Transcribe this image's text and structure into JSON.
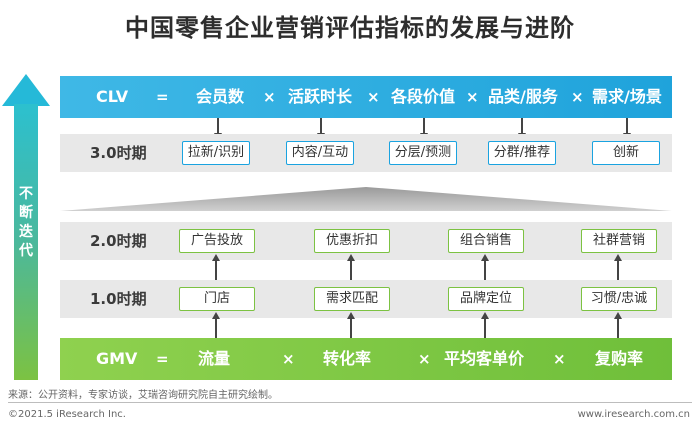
{
  "title": "中国零售企业营销评估指标的发展与进阶",
  "side_arrow": {
    "label": "不断迭代",
    "chars": [
      "不",
      "断",
      "迭",
      "代"
    ]
  },
  "clv_row": {
    "label": "CLV",
    "equals": "=",
    "times": "×",
    "factors": [
      "会员数",
      "活跃时长",
      "各段价值",
      "品类/服务",
      "需求/场景"
    ]
  },
  "stage3": {
    "label": "3.0时期",
    "boxes": [
      "拉新/识别",
      "内容/互动",
      "分层/预测",
      "分群/推荐",
      "创新"
    ]
  },
  "stage2": {
    "label": "2.0时期",
    "boxes": [
      "广告投放",
      "优惠折扣",
      "组合销售",
      "社群营销"
    ]
  },
  "stage1": {
    "label": "1.0时期",
    "boxes": [
      "门店",
      "需求匹配",
      "品牌定位",
      "习惯/忠诚"
    ]
  },
  "gmv_row": {
    "label": "GMV",
    "equals": "=",
    "times": "×",
    "factors": [
      "流量",
      "转化率",
      "平均客单价",
      "复购率"
    ]
  },
  "footer": {
    "source": "来源：公开资料，专家访谈，艾瑞咨询研究院自主研究绘制。",
    "copyright": "©2021.5 iResearch Inc.",
    "website": "www.iresearch.com.cn"
  },
  "colors": {
    "clv_band": "#1fa3db",
    "gmv_band": "#6fbf3a",
    "box_border_blue": "#1aa3e0",
    "box_border_green": "#7cc242",
    "period_bg": "#e8e8e8"
  }
}
